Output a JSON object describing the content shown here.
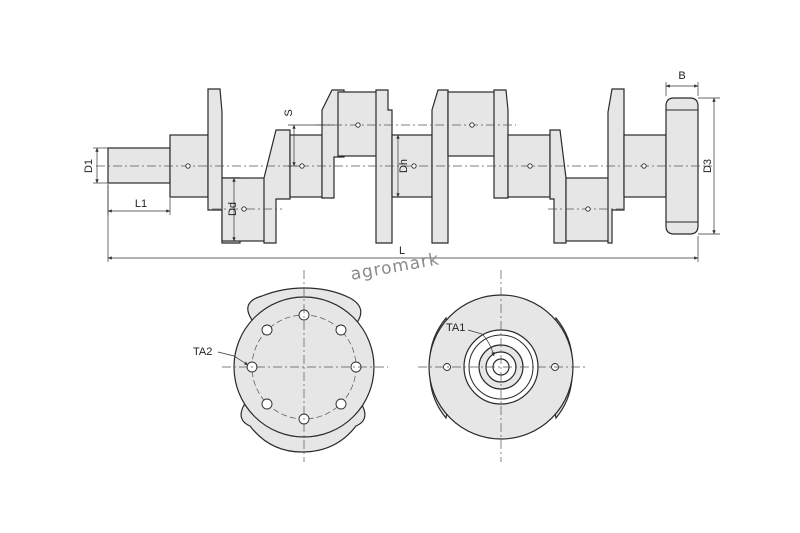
{
  "watermark": "agromark",
  "labels": {
    "d1": "D1",
    "l1": "L1",
    "dd": "Dd",
    "s": "S",
    "dh": "Dh",
    "b": "B",
    "d3": "D3",
    "l": "L",
    "ta1": "TA1",
    "ta2": "TA2"
  },
  "colors": {
    "line": "#2a2a2a",
    "fill": "#e6e6e6",
    "watermark": "#8a8a8a"
  }
}
